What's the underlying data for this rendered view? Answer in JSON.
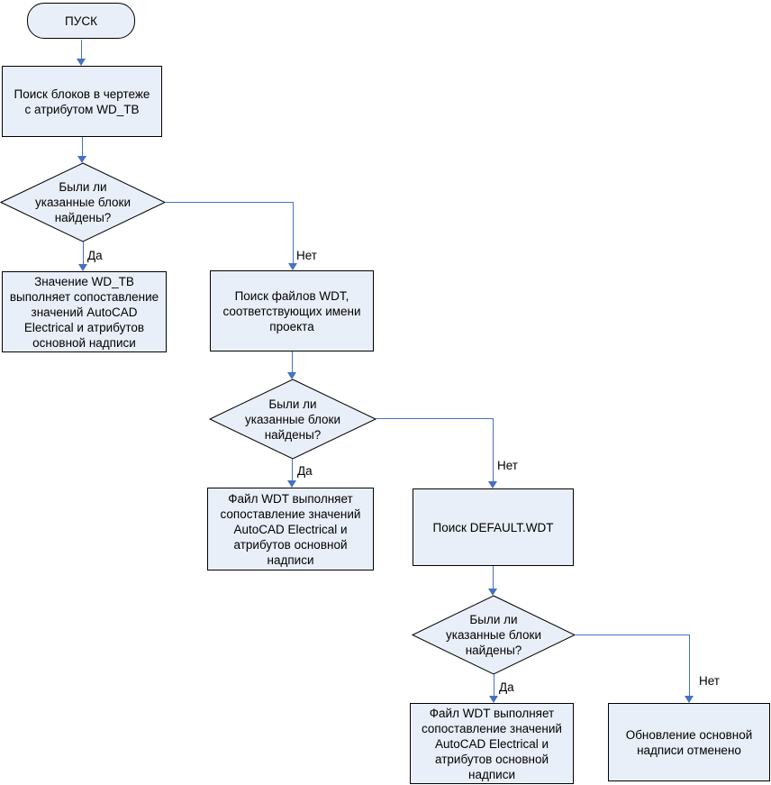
{
  "diagram": {
    "type": "flowchart",
    "language": "ru",
    "colors": {
      "shape_fill": "#E9EFF8",
      "shape_border": "#000000",
      "connector": "#4472C4",
      "text": "#000000",
      "background": "#FFFFFF"
    },
    "nodes": {
      "start": {
        "type": "terminator",
        "label": "ПУСК"
      },
      "search_blocks": {
        "type": "process",
        "label": "Поиск блоков в чертеже\nс атрибутом WD_TB"
      },
      "decision1": {
        "type": "decision",
        "label": "Были ли\nуказанные блоки\nнайдены?"
      },
      "wdtb_mapping": {
        "type": "process",
        "label": "Значение WD_TB\nвыполняет сопоставление\nзначений AutoCAD\nElectrical и атрибутов\nосновной надписи"
      },
      "search_wdt_files": {
        "type": "process",
        "label": "Поиск файлов WDT,\nсоответствующих имени\nпроекта"
      },
      "decision2": {
        "type": "decision",
        "label": "Были ли\nуказанные блоки\nнайдены?"
      },
      "wdt_mapping1": {
        "type": "process",
        "label": "Файл WDT выполняет\nсопоставление значений\nAutoCAD Electrical и\nатрибутов основной\nнадписи"
      },
      "search_default_wdt": {
        "type": "process",
        "label": "Поиск DEFAULT.WDT"
      },
      "decision3": {
        "type": "decision",
        "label": "Были ли\nуказанные блоки\nнайдены?"
      },
      "wdt_mapping2": {
        "type": "process",
        "label": "Файл WDT выполняет\nсопоставление значений\nAutoCAD Electrical и\nатрибутов основной\nнадписи"
      },
      "update_cancelled": {
        "type": "process",
        "label": "Обновление основной\nнадписи отменено"
      }
    },
    "edge_labels": {
      "d1_yes": "Да",
      "d1_no": "Нет",
      "d2_yes": "Да",
      "d2_no": "Нет",
      "d3_yes": "Да",
      "d3_no": "Нет"
    }
  }
}
